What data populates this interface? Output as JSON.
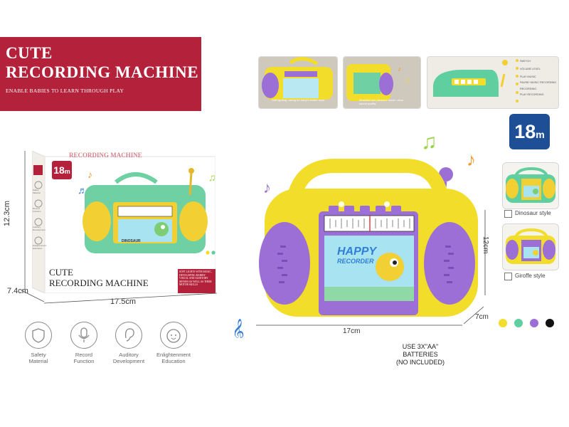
{
  "banner": {
    "title_line1": "CUTE",
    "title_line2": "RECORDING MACHINE",
    "tagline": "ENABLE BABIES TO LEARN THROUGH PLAY",
    "color": "#b3213a"
  },
  "box": {
    "top_title": "RECORDING MACHINE",
    "age": "18",
    "age_unit": "m",
    "name_line1": "CUTE",
    "name_line2": "RECORDING MACHINE",
    "promo": "SOFT LIGHTS WITH MUSIC, DEVELOPING BABIES' VISUAL AND AUDITORY SENSES AS WELL AS THEIR MOTOR SKILLS",
    "side_icons": [
      "Safety Material",
      "Record Function",
      "Auditory Development",
      "Enlightenment Education"
    ],
    "screen_label": "DINOSAUR",
    "height": "12.3cm",
    "depth": "7.4cm",
    "width": "17.5cm"
  },
  "features": [
    {
      "icon": "shield-icon",
      "label_line1": "Safety",
      "label_line2": "Material"
    },
    {
      "icon": "microphone-icon",
      "label_line1": "Record",
      "label_line2": "Function"
    },
    {
      "icon": "ear-icon",
      "label_line1": "Auditory",
      "label_line2": "Development"
    },
    {
      "icon": "baby-face-icon",
      "label_line1": "Enlightenment",
      "label_line2": "Education"
    }
  ],
  "thumbnails": [
    {
      "caption": "Soft lighting, caring for baby's tender eyes"
    },
    {
      "caption": "Beautiful and pleasant music, clear sound quality"
    },
    {
      "callouts": [
        "SWITCH",
        "VOLUME LEVEL",
        "PLAY MUSIC",
        "PAUSE/ MUSIC RECORDING",
        "RECORDING",
        "PLAY RECORDING"
      ]
    }
  ],
  "age_badge": {
    "value": "18",
    "unit": "m",
    "color": "#1d4e96"
  },
  "product": {
    "screen_title_1": "HAPPY",
    "screen_title_2": "RECORDER",
    "height": "12cm",
    "width": "17cm",
    "depth": "7cm"
  },
  "styles": [
    {
      "label": "Dinosaur style"
    },
    {
      "label": "Giroffe style"
    }
  ],
  "colors": [
    "#f2dd2a",
    "#5fcf9f",
    "#9c6fd6",
    "#111111"
  ],
  "battery": {
    "line1": "USE 3X\"AA\"",
    "line2": "BATTERIES",
    "line3": "(NO INCLUDED)"
  }
}
